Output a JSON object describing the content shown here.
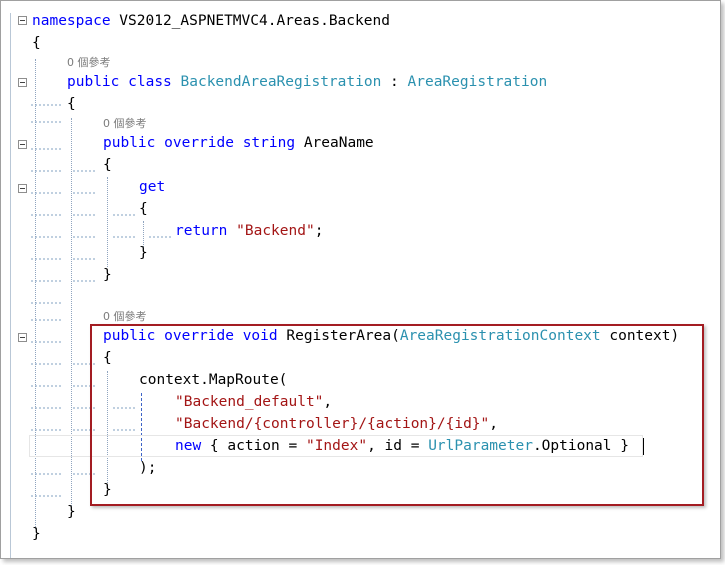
{
  "editor": {
    "reference_lens": "0 個參考",
    "lines": {
      "l1": {
        "kw": "namespace",
        "rest": " VS2012_ASPNETMVC4.Areas.Backend"
      },
      "l2": "{",
      "l4": {
        "kw1": "public",
        "kw2": "class",
        "ty1": "BackendAreaRegistration",
        "sep": " : ",
        "ty2": "AreaRegistration"
      },
      "l5": "{",
      "l7": {
        "kw1": "public",
        "kw2": "override",
        "kw3": "string",
        "rest": " AreaName"
      },
      "l8": "{",
      "l9": "get",
      "l10": "{",
      "l11": {
        "kw": "return",
        "str": "\"Backend\"",
        "end": ";"
      },
      "l12": "}",
      "l13": "}",
      "l15": {
        "kw1": "public",
        "kw2": "override",
        "kw3": "void",
        "mid": " RegisterArea(",
        "ty": "AreaRegistrationContext",
        "end": " context)"
      },
      "l16": "{",
      "l17": "context.MapRoute(",
      "l18": {
        "str": "\"Backend_default\"",
        "end": ","
      },
      "l19": {
        "str": "\"Backend/{controller}/{action}/{id}\"",
        "end": ","
      },
      "l20": {
        "kw": "new",
        "a": " { action = ",
        "str": "\"Index\"",
        "b": ", id = ",
        "ty": "UrlParameter",
        "c": ".Optional }"
      },
      "l21": ");",
      "l22": "}",
      "l23": "}",
      "l24": "}"
    }
  }
}
